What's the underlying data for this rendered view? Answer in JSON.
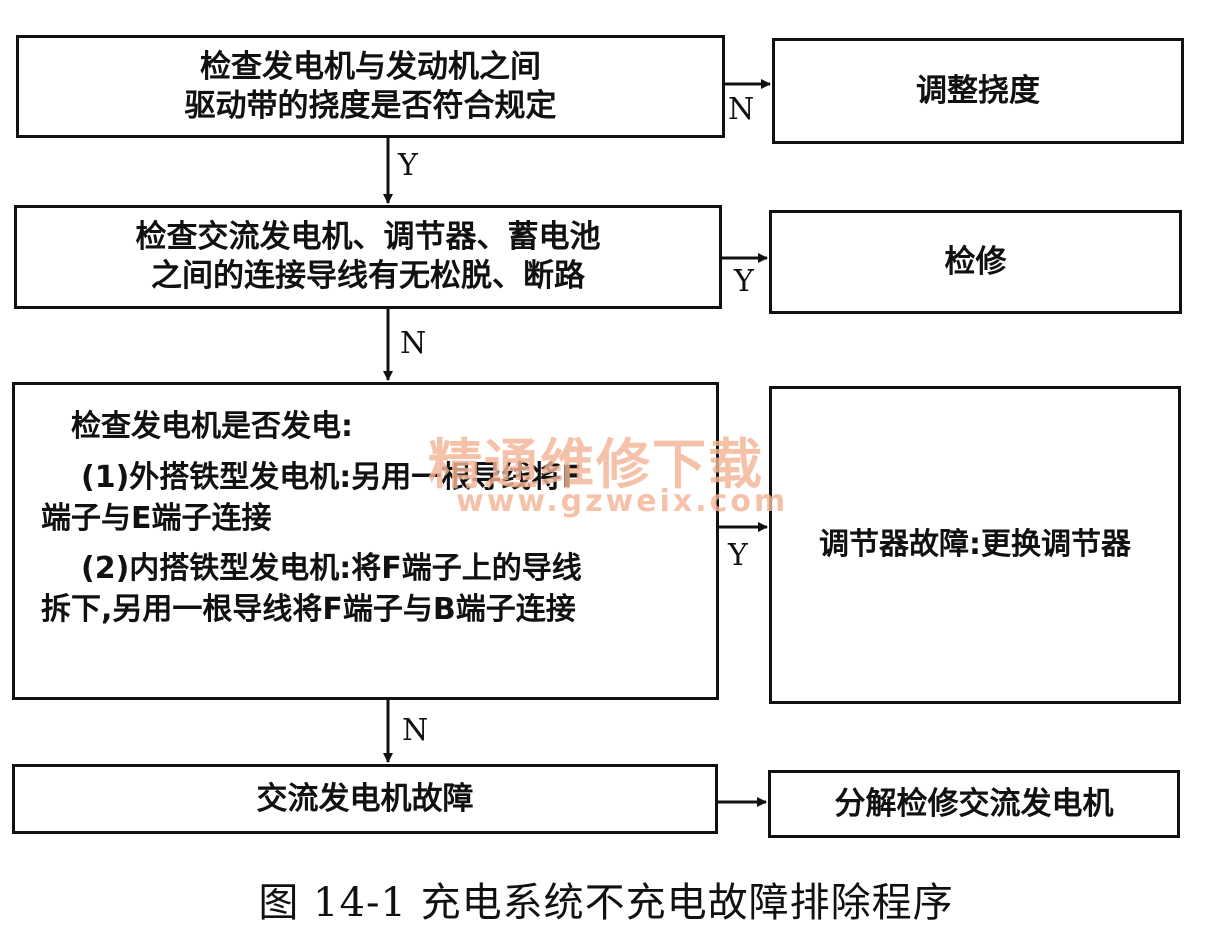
{
  "steps": {
    "step1": {
      "line1": "检查发电机与发动机之间",
      "line2": "驱动带的挠度是否符合规定"
    },
    "step2": {
      "line1": "检查交流发电机、调节器、蓄电池",
      "line2": "之间的连接导线有无松脱、断路"
    },
    "step3": {
      "heading": "检查发电机是否发电:",
      "item1_a": "(1)外搭铁型发电机:另用一根导线将F",
      "item1_b": "端子与E端子连接",
      "item2_a": "(2)内搭铁型发电机:将F端子上的导线",
      "item2_b": "拆下,另用一根导线将F端子与B端子连接"
    },
    "step4": {
      "text": "交流发电机故障"
    }
  },
  "actions": {
    "action1": "调整挠度",
    "action2": "检修",
    "action3": "调节器故障:更换调节器",
    "action4": "分解检修交流发电机"
  },
  "edges": {
    "s1_to_a1": "N",
    "s1_to_s2": "Y",
    "s2_to_a2": "Y",
    "s2_to_s3": "N",
    "s3_to_a3": "Y",
    "s3_to_s4": "N"
  },
  "watermark": {
    "line1": "精通维修下载",
    "line2": "www.gzweix.com"
  },
  "caption": "图 14-1    充电系统不充电故障排除程序"
}
